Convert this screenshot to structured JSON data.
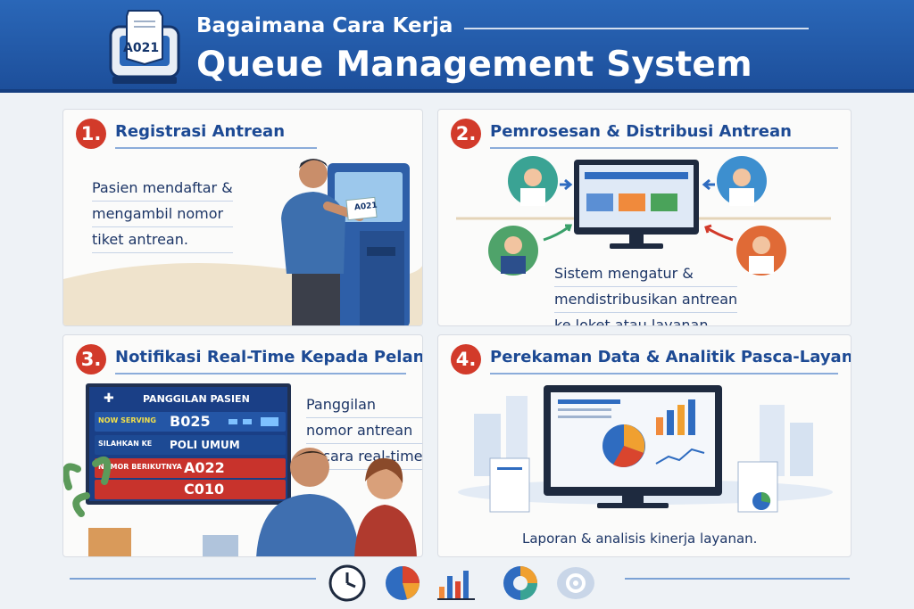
{
  "header": {
    "subtitle": "Bagaimana Cara Kerja",
    "title": "Queue Management System",
    "kiosk_ticket": "A021"
  },
  "steps": [
    {
      "number": "1.",
      "title": "Registrasi Antrean",
      "desc": [
        "Pasien mendaftar &",
        "mengambil nomor",
        "tiket antrean."
      ],
      "ticket": "A021"
    },
    {
      "number": "2.",
      "title": "Pemrosesan & Distribusi Antrean",
      "desc": [
        "Sistem mengatur &",
        "mendistribusikan antrean",
        "ke loket atau layanan."
      ]
    },
    {
      "number": "3.",
      "title": "Notifikasi Real-Time Kepada Pelanggan",
      "desc": [
        "Panggilan",
        "nomor antrean",
        "secara real-time."
      ],
      "board": {
        "title": "PANGGILAN PASIEN",
        "now_serving_label": "NOW SERVING",
        "now_serving_value": "B025",
        "counter_label": "SILAHKAN KE",
        "counter_value": "POLI UMUM",
        "next_label": "NOMOR BERIKUTNYA",
        "next_values": [
          "A022",
          "C010"
        ]
      }
    },
    {
      "number": "4.",
      "title": "Perekaman Data & Analitik Pasca-Layanan",
      "desc": [
        "Laporan & analisis kinerja layanan."
      ]
    }
  ],
  "footer_icons": [
    "clock-icon",
    "pie-chart-icon",
    "bar-chart-icon",
    "donut-chart-icon",
    "settings-gear-icon"
  ],
  "colors": {
    "header_blue": "#1d4f9b",
    "accent_red": "#d23a2a",
    "title_blue": "#1d4a94",
    "board_blue": "#1a3f86",
    "board_red": "#c8332c"
  }
}
